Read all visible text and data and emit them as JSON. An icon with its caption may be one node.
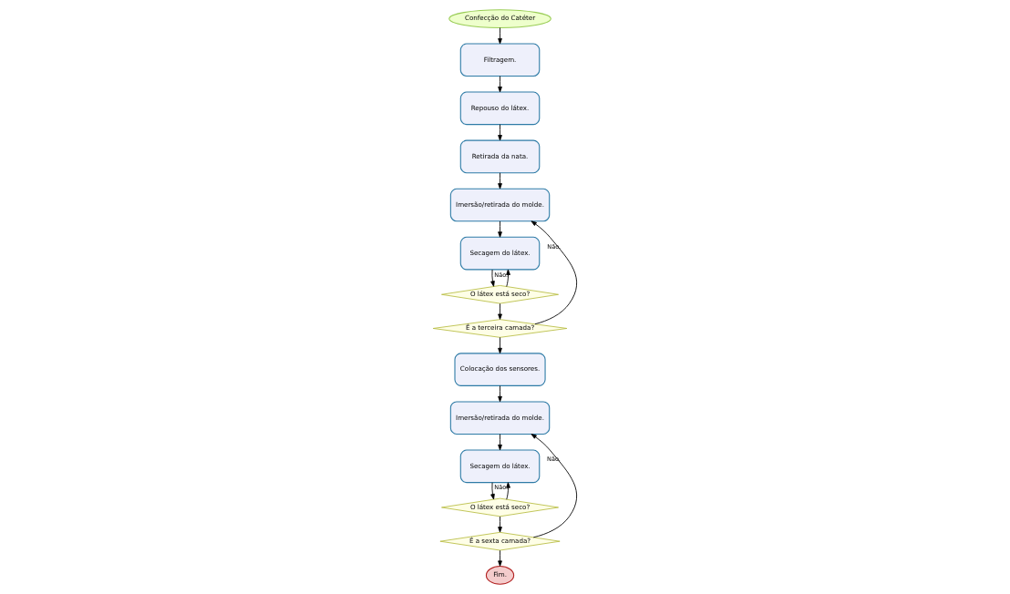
{
  "diagram": {
    "nodes": [
      {
        "text": [
          "Confecção do Catéter"
        ]
      },
      {
        "text": [
          "Filtragem."
        ]
      },
      {
        "text": [
          "Repouso do látex."
        ]
      },
      {
        "text": [
          "Retirada da nata."
        ]
      },
      {
        "text": [
          "Imersão/retirada do molde."
        ]
      },
      {
        "text": [
          "Secagem do látex."
        ]
      },
      {
        "text": [
          "O látex está seco?"
        ]
      },
      {
        "text": [
          "É a terceira camada?"
        ]
      },
      {
        "text": [
          "Colocação dos sensores."
        ]
      },
      {
        "text": [
          "Imersão/retirada do molde."
        ]
      },
      {
        "text": [
          "Secagem do látex."
        ]
      },
      {
        "text": [
          "O látex está seco?"
        ]
      },
      {
        "text": [
          "É a sexta camada?"
        ]
      },
      {
        "text": [
          "Fim."
        ]
      }
    ],
    "edges": [
      {
        "from": 0,
        "to": 1,
        "arrow": "to"
      },
      {
        "from": 1,
        "to": 2,
        "arrow": "to"
      },
      {
        "from": 2,
        "to": 3,
        "arrow": "to"
      },
      {
        "from": 3,
        "to": 4,
        "arrow": "to"
      },
      {
        "from": 4,
        "to": 5,
        "arrow": "to"
      },
      {
        "from": 5,
        "to": 6,
        "arrow": "to"
      },
      {
        "from": 6,
        "to": 5,
        "arrow": "to",
        "label": "Não."
      },
      {
        "from": 6,
        "to": 7,
        "arrow": "to"
      },
      {
        "from": 7,
        "to": 4,
        "arrow": "to",
        "label": "Não."
      },
      {
        "from": 7,
        "to": 8,
        "arrow": "to"
      },
      {
        "from": 8,
        "to": 9,
        "arrow": "to"
      },
      {
        "from": 9,
        "to": 10,
        "arrow": "to"
      },
      {
        "from": 10,
        "to": 11,
        "arrow": "to"
      },
      {
        "from": 11,
        "to": 10,
        "arrow": "to",
        "label": "Não."
      },
      {
        "from": 11,
        "to": 12,
        "arrow": "to"
      },
      {
        "from": 12,
        "to": 9,
        "arrow": "to",
        "label": "Não."
      },
      {
        "from": 12,
        "to": 13,
        "arrow": "to"
      }
    ]
  }
}
